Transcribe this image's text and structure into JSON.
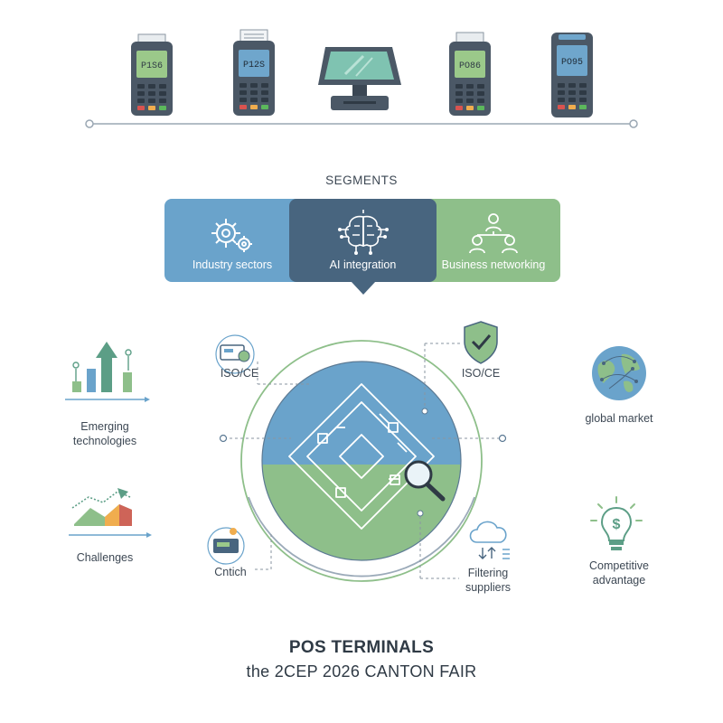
{
  "terminals": [
    {
      "screen_text": "P1S6",
      "screen_color": "#9bc98a"
    },
    {
      "screen_text": "P12S",
      "screen_color": "#6fa6cc"
    },
    {
      "screen_text": "",
      "screen_color": "#7fc3b1"
    },
    {
      "screen_text": "PO86",
      "screen_color": "#9bc98a"
    },
    {
      "screen_text": "PO95",
      "screen_color": "#6fa6cc"
    }
  ],
  "segments": {
    "heading": "SEGMENTS",
    "items": [
      {
        "label": "Industry sectors",
        "icon": "gears-icon",
        "color": "#6aa3cb"
      },
      {
        "label": "AI integration",
        "icon": "brain-circuit-icon",
        "color": "#48657f"
      },
      {
        "label": "Business networking",
        "icon": "network-people-icon",
        "color": "#8ebf8a"
      }
    ]
  },
  "callouts": {
    "emerging": "Emerging\ntechnologies",
    "challenges": "Challenges",
    "iso_left": "ISO/CE",
    "iso_right": "ISO/CE",
    "cntich": "Cntich",
    "filtering": "Filtering\nsuppliers",
    "global_market": "global market",
    "competitive": "Competitive\nadvantage"
  },
  "title": {
    "main": "POS TERMINALS",
    "sub": "the 2CEP 2026 CANTON FAIR"
  },
  "colors": {
    "blue": "#6aa3cb",
    "dark_blue": "#48657f",
    "green": "#8ebf8a",
    "line": "#9aa7b3"
  }
}
